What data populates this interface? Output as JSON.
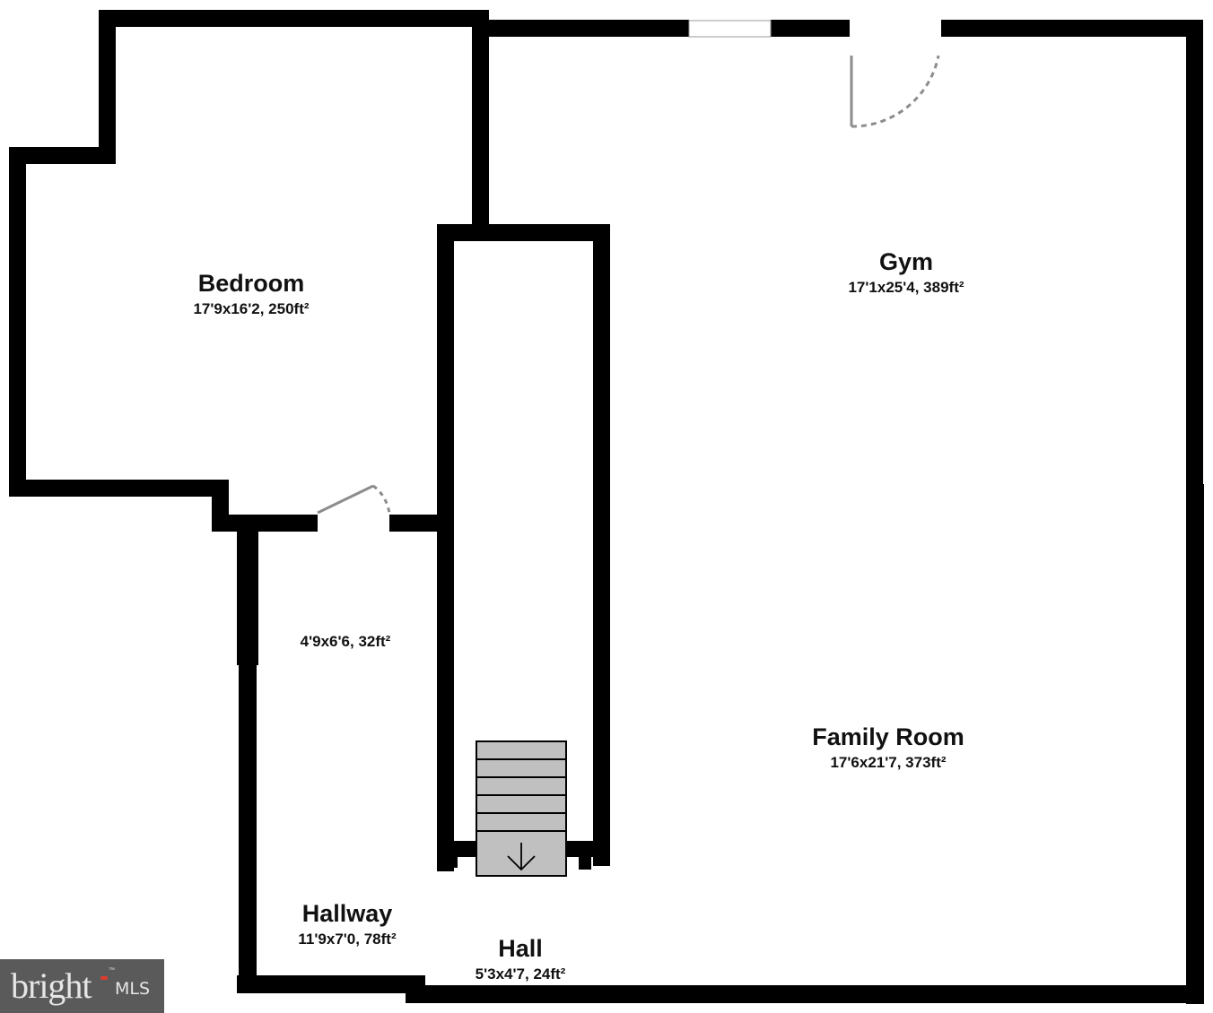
{
  "floorplan": {
    "rooms": [
      {
        "id": "bedroom",
        "name": "Bedroom",
        "dims": "17'9x16'2, 250ft²"
      },
      {
        "id": "gym",
        "name": "Gym",
        "dims": "17'1x25'4, 389ft²"
      },
      {
        "id": "family-room",
        "name": "Family Room",
        "dims": "17'6x21'7, 373ft²"
      },
      {
        "id": "hallway",
        "name": "Hallway",
        "dims": "11'9x7'0, 78ft²"
      },
      {
        "id": "hall",
        "name": "Hall",
        "dims": "5'3x4'7, 24ft²"
      },
      {
        "id": "closet",
        "name": "",
        "dims": "4'9x6'6, 32ft²"
      }
    ],
    "features": {
      "stairs": {
        "direction": "down",
        "steps": 6
      },
      "doors": [
        "gym-exterior-door",
        "bedroom-door"
      ],
      "windows": [
        "gym-window"
      ]
    },
    "colors": {
      "wall": "#000000",
      "stairs_fill": "#c0c0c0",
      "door_swing": "#8c8c8c",
      "logo_bg": "#5a5a5a",
      "logo_accent": "#e03a2f"
    }
  },
  "logo": {
    "brand": "bright",
    "suffix": "MLS",
    "tm": "™"
  }
}
